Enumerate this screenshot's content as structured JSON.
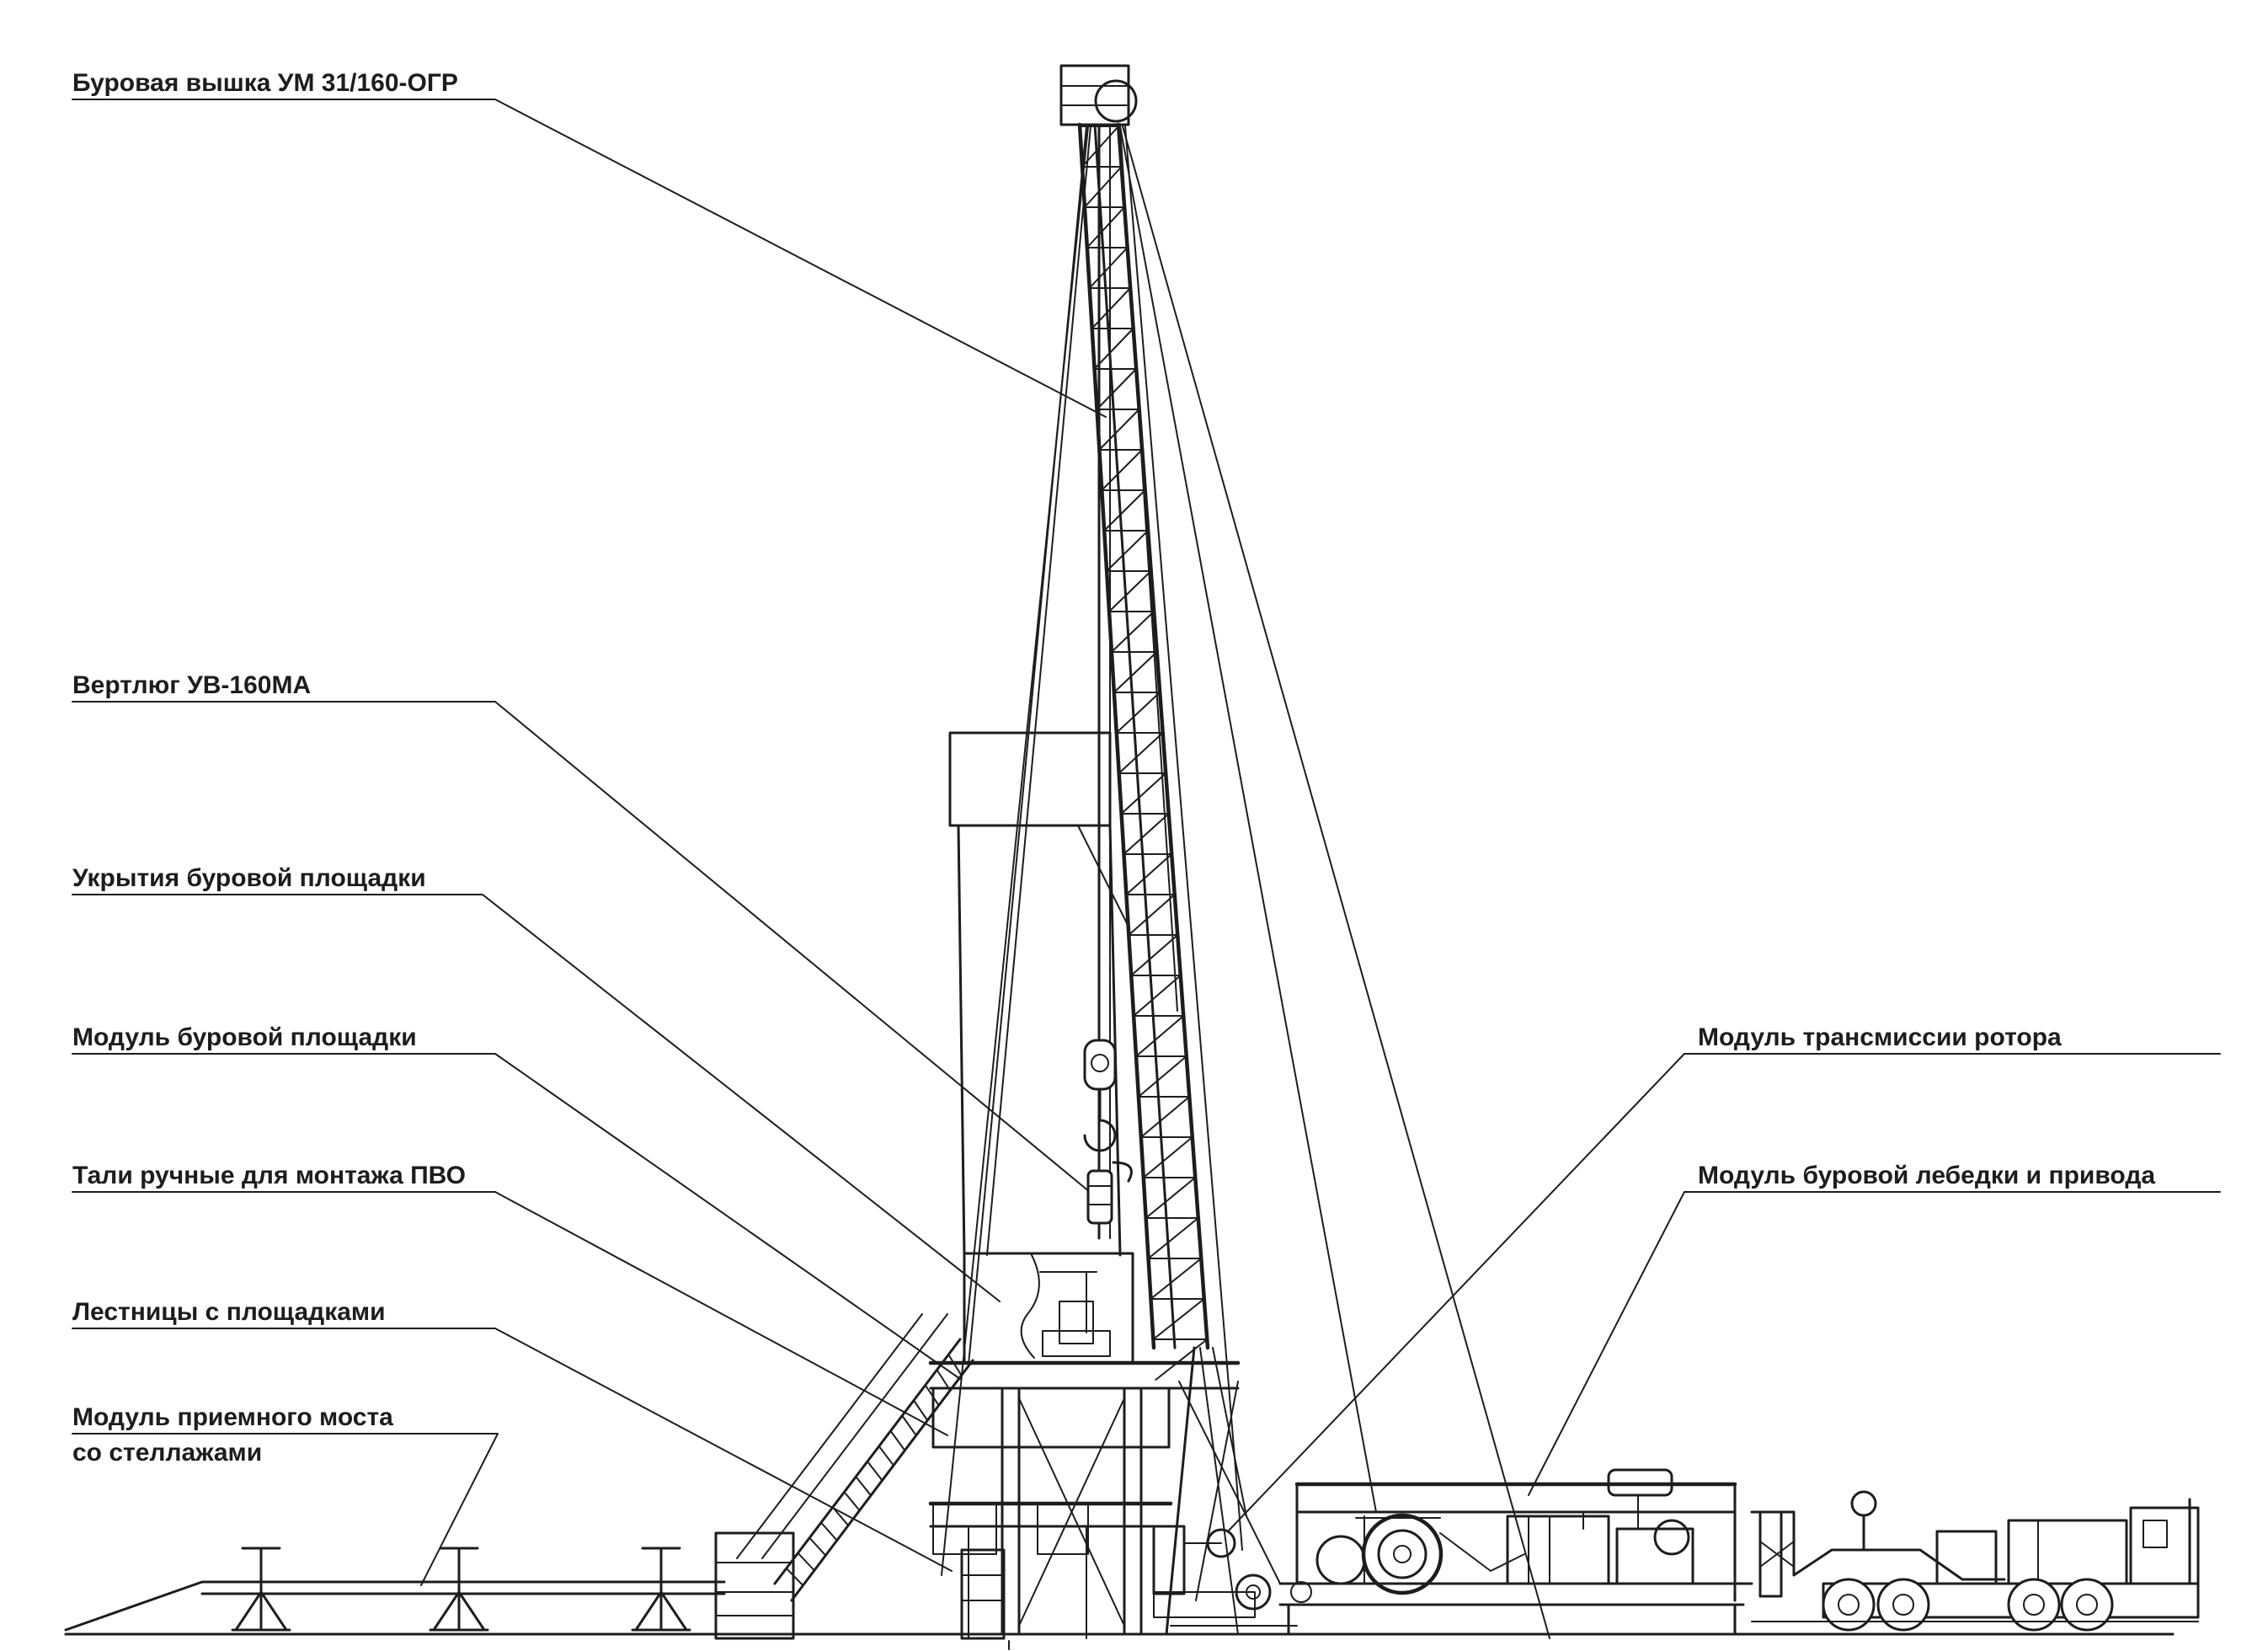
{
  "labels": {
    "derrick": "Буровая вышка УМ 31/160-ОГР",
    "swivel": "Вертлюг УВ-160МА",
    "shelter": "Укрытия буровой площадки",
    "floor_module": "Модуль буровой площадки",
    "hoist": "Тали ручные для монтажа ПВО",
    "stairs": "Лестницы с площадками",
    "catwalk_line1": "Модуль приемного моста",
    "catwalk_line2": "со стеллажами",
    "rotary_transmission": "Модуль трансмиссии ротора",
    "drawworks": "Модуль буровой лебедки и привода"
  }
}
